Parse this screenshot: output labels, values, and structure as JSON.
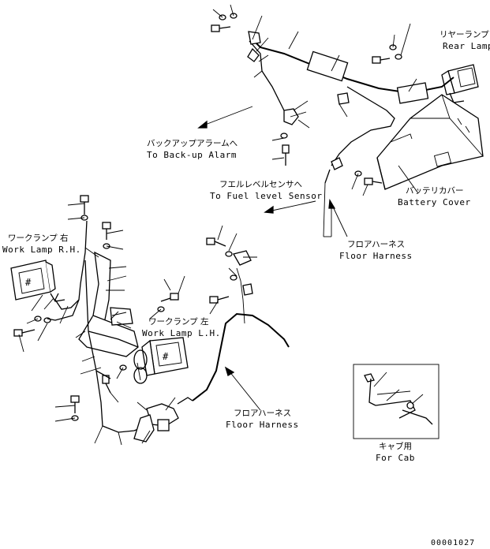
{
  "labels": {
    "rear_lamp_ja": "リヤーランプ",
    "rear_lamp_en": "Rear Lamp",
    "backup_alarm_ja": "バックアップアラームへ",
    "backup_alarm_en": "To Back-up Alarm",
    "fuel_sensor_ja": "フエルレベルセンサへ",
    "fuel_sensor_en": "To Fuel level Sensor",
    "battery_cover_ja": "バッテリカバー",
    "battery_cover_en": "Battery Cover",
    "floor_harness_top_ja": "フロアハーネス",
    "floor_harness_top_en": "Floor Harness",
    "work_lamp_rh_ja": "ワークランプ 右",
    "work_lamp_rh_en": "Work Lamp R.H.",
    "work_lamp_lh_ja": "ワークランプ 左",
    "work_lamp_lh_en": "Work Lamp L.H.",
    "floor_harness_bottom_ja": "フロアハーネス",
    "floor_harness_bottom_en": "Floor Harness",
    "for_cab_ja": "キャブ用",
    "for_cab_en": "For Cab",
    "drawing_number": "00001027"
  }
}
